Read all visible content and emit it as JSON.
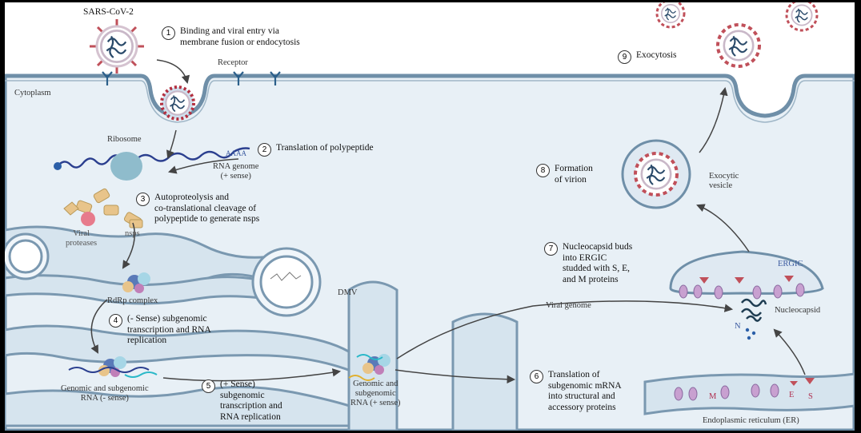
{
  "labels": {
    "virus": "SARS-CoV-2",
    "receptor": "Receptor",
    "cytoplasm": "Cytoplasm",
    "ribosome": "Ribosome",
    "polyA": "AAAA",
    "rna_genome": "RNA genome\n(+ sense)",
    "viral_proteases": "Viral\nproteases",
    "nsps": "nsps",
    "rdrp": "RdRp complex",
    "dmv": "DMV",
    "genomic_neg": "Genomic and subgenomic\nRNA (- sense)",
    "genomic_pos": "Genomic and\nsubgenomic\nRNA (+ sense)",
    "viral_genome": "Viral genome",
    "nucleocapsid": "Nucleocapsid",
    "n_protein": "N",
    "ergic": "ERGIC",
    "exocytic_vesicle": "Exocytic\nvesicle",
    "er": "Endoplasmic reticulum (ER)",
    "m_protein": "M",
    "e_protein": "E",
    "s_protein": "S"
  },
  "steps": [
    {
      "num": "1",
      "text": "Binding and viral entry via\nmembrane fusion or endocytosis"
    },
    {
      "num": "2",
      "text": "Translation of polypeptide"
    },
    {
      "num": "3",
      "text": "Autoproteolysis and\nco-translational cleavage of\npolypeptide to generate nsps"
    },
    {
      "num": "4",
      "text": "(- Sense) subgenomic\ntranscription and RNA\nreplication"
    },
    {
      "num": "5",
      "text": "(+ Sense)\nsubgenomic\ntranscription and\nRNA replication"
    },
    {
      "num": "6",
      "text": "Translation of\nsubgenomic mRNA\ninto structural and\naccessory proteins"
    },
    {
      "num": "7",
      "text": "Nucleocapsid buds\ninto ERGIC\nstudded with S, E,\nand M proteins"
    },
    {
      "num": "8",
      "text": "Formation\nof virion"
    },
    {
      "num": "9",
      "text": "Exocytosis"
    }
  ],
  "colors": {
    "cytoplasm": "#e8f0f6",
    "membrane": "#6f8fa8",
    "er_fill": "#d6e4ee",
    "spike": "#c0505a",
    "genome": "#2a4a6a",
    "rna_blue": "#2b3f8f",
    "polyprotein": "#e8c48a",
    "ribosome": "#8fbccc",
    "arrow": "#444444"
  }
}
